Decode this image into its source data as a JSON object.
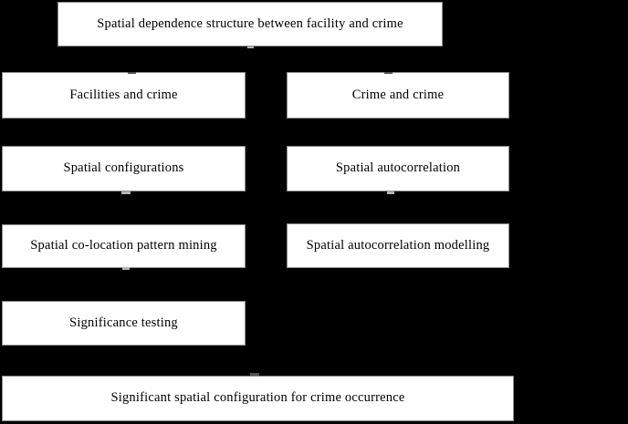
{
  "diagram": {
    "title_box": {
      "label": "Spatial dependence structure between facility and crime"
    },
    "left_column": [
      {
        "label": "Facilities and crime"
      },
      {
        "label": "Spatial configurations"
      },
      {
        "label": "Spatial co-location pattern mining"
      },
      {
        "label": "Significance testing"
      }
    ],
    "right_column": [
      {
        "label": "Crime and crime"
      },
      {
        "label": "Spatial autocorrelation"
      },
      {
        "label": "Spatial autocorrelation modelling"
      }
    ],
    "bottom_box": {
      "label": "Significant spatial configuration for crime occurrence"
    },
    "colors": {
      "background": "#000000",
      "box_fill": "#ffffff",
      "box_border": "#8c8c8c",
      "text": "#000000"
    }
  }
}
